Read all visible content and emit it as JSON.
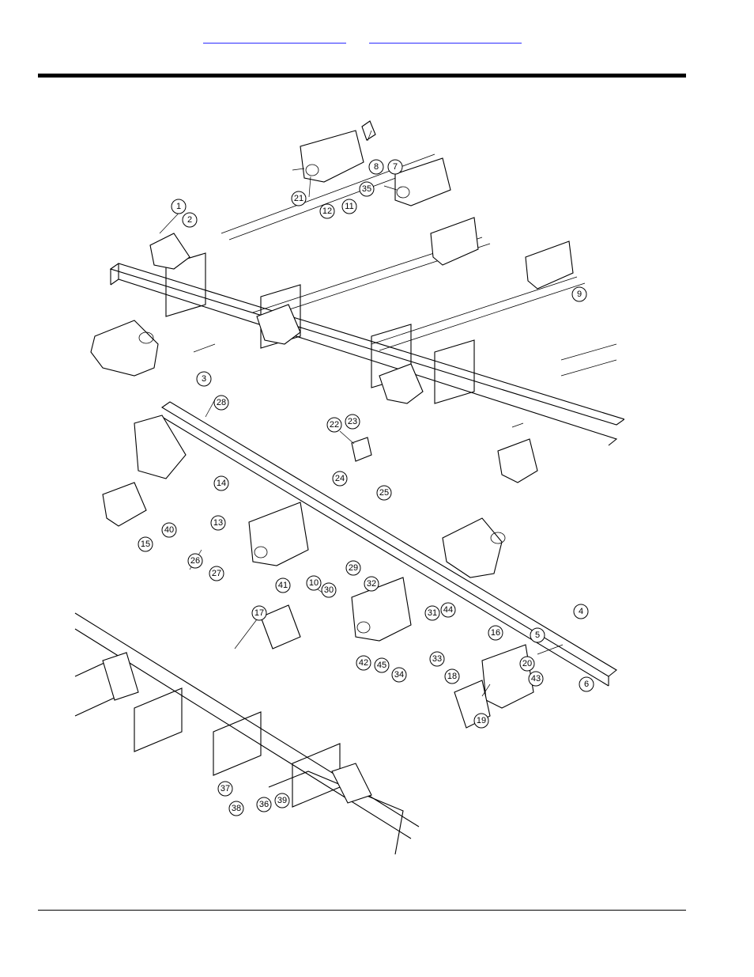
{
  "header": {
    "link_left": "",
    "link_right": ""
  },
  "callouts": [
    {
      "n": "1"
    },
    {
      "n": "2"
    },
    {
      "n": "3"
    },
    {
      "n": "4"
    },
    {
      "n": "5"
    },
    {
      "n": "6"
    },
    {
      "n": "7"
    },
    {
      "n": "8"
    },
    {
      "n": "9"
    },
    {
      "n": "10"
    },
    {
      "n": "11"
    },
    {
      "n": "12"
    },
    {
      "n": "13"
    },
    {
      "n": "14"
    },
    {
      "n": "15"
    },
    {
      "n": "16"
    },
    {
      "n": "17"
    },
    {
      "n": "18"
    },
    {
      "n": "19"
    },
    {
      "n": "20"
    },
    {
      "n": "21"
    },
    {
      "n": "22"
    },
    {
      "n": "23"
    },
    {
      "n": "24"
    },
    {
      "n": "25"
    },
    {
      "n": "26"
    },
    {
      "n": "27"
    },
    {
      "n": "28"
    },
    {
      "n": "29"
    },
    {
      "n": "30"
    },
    {
      "n": "31"
    },
    {
      "n": "32"
    },
    {
      "n": "33"
    },
    {
      "n": "34"
    },
    {
      "n": "35"
    },
    {
      "n": "36"
    },
    {
      "n": "37"
    },
    {
      "n": "38"
    },
    {
      "n": "39"
    },
    {
      "n": "40"
    },
    {
      "n": "41"
    },
    {
      "n": "42"
    },
    {
      "n": "43"
    },
    {
      "n": "44"
    },
    {
      "n": "45"
    }
  ]
}
